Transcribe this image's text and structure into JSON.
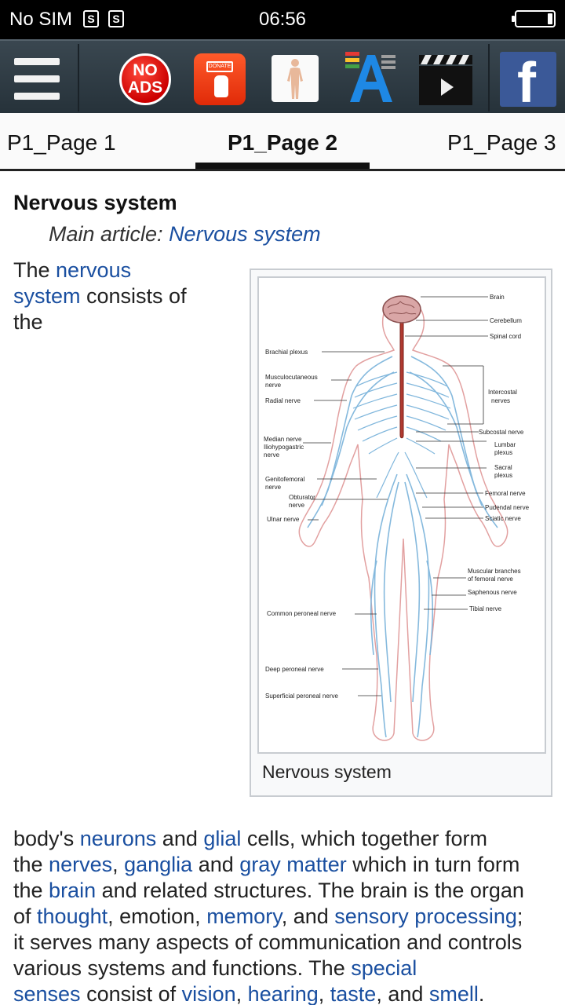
{
  "status_bar": {
    "carrier": "No SIM",
    "sim_icon_label": "S",
    "time": "06:56"
  },
  "toolbar": {
    "no_ads_line1": "NO",
    "no_ads_line2": "ADS",
    "donate_label": "DONATE",
    "facebook_letter": "f"
  },
  "tabs": [
    {
      "label": "P1_Page 1",
      "active": false
    },
    {
      "label": "P1_Page 2",
      "active": true
    },
    {
      "label": "P1_Page 3",
      "active": false
    }
  ],
  "article": {
    "section_title": "Nervous system",
    "main_article_prefix": "Main article: ",
    "main_article_link": "Nervous system",
    "intro": {
      "t1": "The ",
      "l1": "nervous",
      "l2": "system",
      "t2": " consists of",
      "t3": "the"
    },
    "figure": {
      "caption": "Nervous system",
      "labels_left": [
        "Brachial plexus",
        "Musculocutaneous",
        "nerve",
        "Radial nerve",
        "Median nerve",
        "Iliohypogastric",
        "nerve",
        "Genitofemoral",
        "nerve",
        "Obturator",
        "nerve",
        "Ulnar nerve",
        "Common peroneal nerve",
        "Deep peroneal nerve",
        "Superficial peroneal nerve"
      ],
      "labels_right": [
        "Brain",
        "Cerebellum",
        "Spinal cord",
        "Intercostal",
        "nerves",
        "Subcostal nerve",
        "Lumbar",
        "plexus",
        "Sacral",
        "plexus",
        "Femoral nerve",
        "Pudendal nerve",
        "Sciatic nerve",
        "Muscular branches",
        "of femoral nerve",
        "Saphenous nerve",
        "Tibial nerve"
      ]
    },
    "body": {
      "line1": [
        {
          "t": "body's "
        },
        {
          "l": "neurons"
        },
        {
          "t": " and "
        },
        {
          "l": "glial"
        },
        {
          "t": " cells, which together form"
        }
      ],
      "line2": [
        {
          "t": "the "
        },
        {
          "l": "nerves"
        },
        {
          "t": ", "
        },
        {
          "l": "ganglia"
        },
        {
          "t": " and "
        },
        {
          "l": "gray matter"
        },
        {
          "t": " which in turn form"
        }
      ],
      "line3": [
        {
          "t": "the "
        },
        {
          "l": "brain"
        },
        {
          "t": " and related structures. The brain is the organ"
        }
      ],
      "line4": [
        {
          "t": "of "
        },
        {
          "l": "thought"
        },
        {
          "t": ", emotion, "
        },
        {
          "l": "memory"
        },
        {
          "t": ", and "
        },
        {
          "l": "sensory processing"
        },
        {
          "t": ";"
        }
      ],
      "line5": [
        {
          "t": "it serves many aspects of communication and controls"
        }
      ],
      "line6": [
        {
          "t": "various systems and functions. The "
        },
        {
          "l": "special"
        }
      ],
      "line7": [
        {
          "l": "senses"
        },
        {
          "t": " consist of "
        },
        {
          "l": "vision"
        },
        {
          "t": ", "
        },
        {
          "l": "hearing"
        },
        {
          "t": ", "
        },
        {
          "l": "taste"
        },
        {
          "t": ", and "
        },
        {
          "l": "smell"
        },
        {
          "t": "."
        }
      ]
    }
  },
  "colors": {
    "link": "#1a4fa0",
    "toolbar_bg": "#2e3a42",
    "nerve_blue": "#7fb6dc",
    "spinal_red": "#b03a30",
    "body_outline": "#e2a0a0"
  }
}
